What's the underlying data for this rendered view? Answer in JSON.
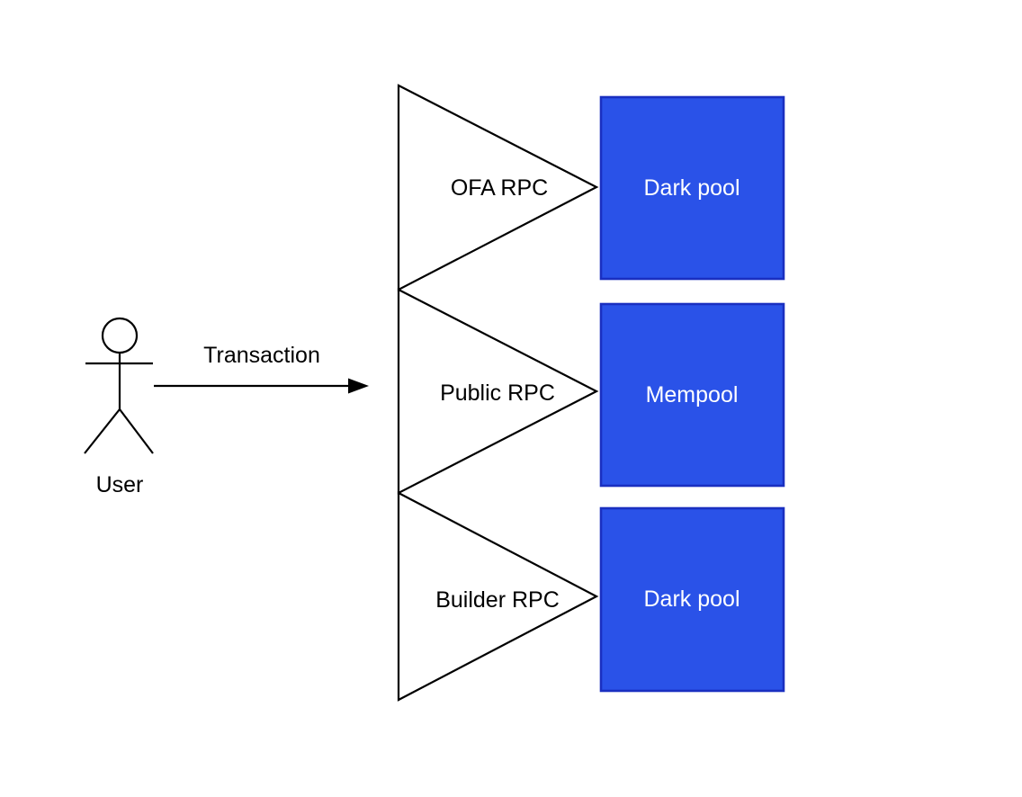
{
  "colors": {
    "background": "#FFFFFF",
    "line": "#000000",
    "box_fill": "#2A52E8",
    "box_border": "#1A2FC0",
    "box_text": "#FFFFFF",
    "label_text": "#000000"
  },
  "actor": {
    "label": "User"
  },
  "arrow": {
    "label": "Transaction"
  },
  "funnels": [
    {
      "label": "OFA RPC"
    },
    {
      "label": "Public RPC"
    },
    {
      "label": "Builder RPC"
    }
  ],
  "pools": [
    {
      "label": "Dark pool"
    },
    {
      "label": "Mempool"
    },
    {
      "label": "Dark pool"
    }
  ]
}
